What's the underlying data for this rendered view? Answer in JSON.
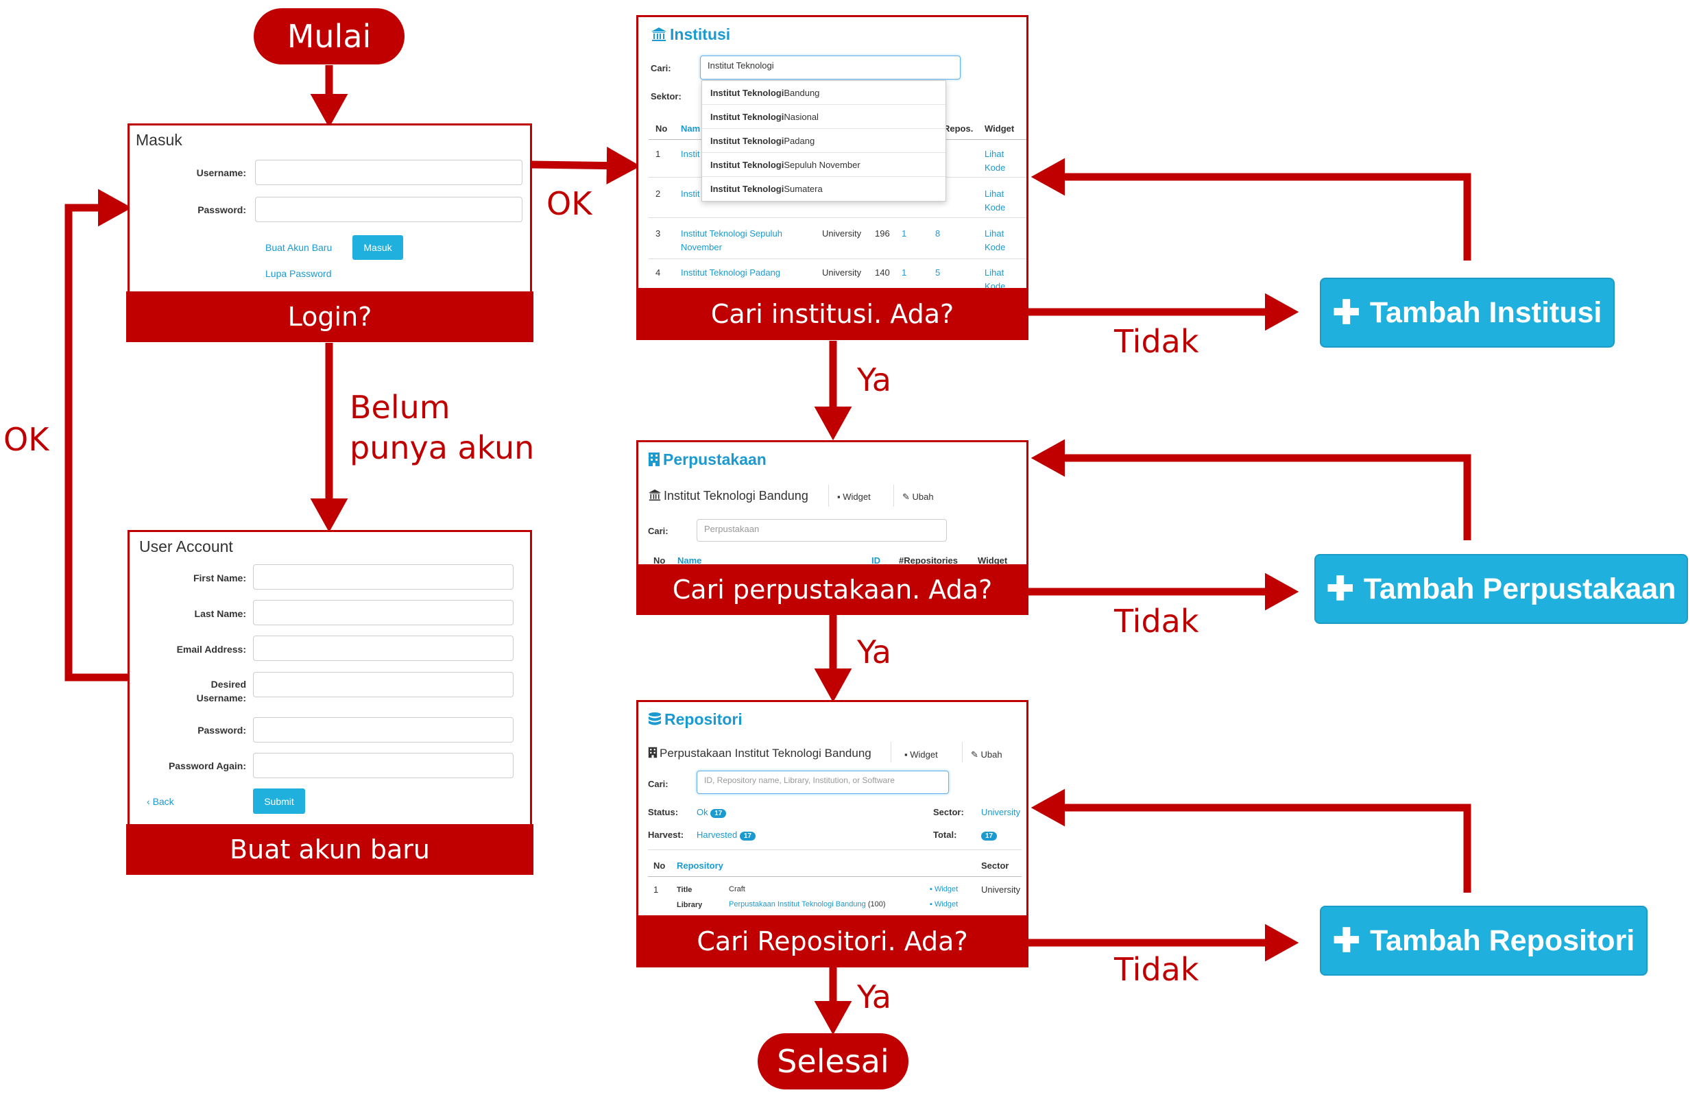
{
  "start": {
    "label": "Mulai"
  },
  "end": {
    "label": "Selesai"
  },
  "login": {
    "title": "Masuk",
    "username_label": "Username:",
    "password_label": "Password:",
    "create_link": "Buat Akun Baru",
    "submit": "Masuk",
    "forgot_link": "Lupa Password",
    "caption": "Login?"
  },
  "register": {
    "title": "User Account",
    "fields": [
      "First Name:",
      "Last Name:",
      "Email Address:",
      "Desired",
      "Username:",
      "Password:",
      "Password Again:"
    ],
    "back": "Back",
    "submit": "Submit",
    "caption": "Buat akun baru"
  },
  "institusi": {
    "title": "Institusi",
    "search_label": "Cari:",
    "search_value": "Institut Teknologi",
    "sector_label": "Sektor:",
    "dropdown": [
      {
        "bold": "Institut Teknologi",
        "rest": " Bandung"
      },
      {
        "bold": "Institut Teknologi",
        "rest": " Nasional"
      },
      {
        "bold": "Institut Teknologi",
        "rest": " Padang"
      },
      {
        "bold": "Institut Teknologi",
        "rest": " Sepuluh November"
      },
      {
        "bold": "Institut Teknologi",
        "rest": " Sumatera"
      }
    ],
    "headers": {
      "no": "No",
      "name": "Nam",
      "repos": "Repos.",
      "widget": "Widget"
    },
    "rows": [
      {
        "no": "1",
        "name": "Instit",
        "type": "",
        "count": "",
        "repos": "",
        "l1": "Lihat",
        "l2": "Kode"
      },
      {
        "no": "2",
        "name": "Instit",
        "type": "",
        "count": "",
        "repos": "",
        "l1": "Lihat",
        "l2": "Kode"
      },
      {
        "no": "3",
        "name": "Institut Teknologi Sepuluh",
        "name2": "November",
        "type": "University",
        "count": "196",
        "one": "1",
        "repos": "8",
        "l1": "Lihat",
        "l2": "Kode"
      },
      {
        "no": "4",
        "name": "Institut Teknologi Padang",
        "type": "University",
        "count": "140",
        "one": "1",
        "repos": "5",
        "l1": "Lihat",
        "l2": "Kode"
      }
    ],
    "caption": "Cari institusi. Ada?"
  },
  "perpustakaan": {
    "title": "Perpustakaan",
    "inst_name": "Institut Teknologi Bandung",
    "widget": "Widget",
    "ubah": "Ubah",
    "search_label": "Cari:",
    "search_placeholder": "Perpustakaan",
    "headers": {
      "no": "No",
      "name": "Name",
      "id": "ID",
      "repos": "#Repositories",
      "widget": "Widget"
    },
    "caption": "Cari perpustakaan. Ada?"
  },
  "repositori": {
    "title": "Repositori",
    "lib_name": "Perpustakaan Institut Teknologi Bandung",
    "widget": "Widget",
    "ubah": "Ubah",
    "search_label": "Cari:",
    "search_placeholder": "ID, Repository name, Library, Institution, or Software",
    "status_label": "Status:",
    "status_value": "Ok",
    "status_count": "17",
    "harvest_label": "Harvest:",
    "harvest_value": "Harvested",
    "harvest_count": "17",
    "sector_label": "Sector:",
    "sector_value": "University",
    "total_label": "Total:",
    "total_count": "17",
    "headers": {
      "no": "No",
      "repo": "Repository",
      "sector": "Sector"
    },
    "row": {
      "no": "1",
      "title_label": "Title",
      "title_value": "Craft",
      "library_label": "Library",
      "library_value": "Perpustakaan Institut Teknologi Bandung",
      "library_count": "(100)",
      "widget": "Widget",
      "sector": "University"
    },
    "caption": "Cari Repositori. Ada?"
  },
  "buttons": {
    "tambah_institusi": "Tambah Institusi",
    "tambah_perpustakaan": "Tambah Perpustakaan",
    "tambah_repositori": "Tambah Repositori"
  },
  "edges": {
    "ok_right": "OK",
    "ok_left": "OK",
    "belum_1": "Belum",
    "belum_2": "punya akun",
    "tidak_1": "Tidak",
    "tidak_2": "Tidak",
    "tidak_3": "Tidak",
    "ya_1": "Ya",
    "ya_2": "Ya",
    "ya_3": "Ya"
  },
  "colors": {
    "accent": "#c00000",
    "button": "#1fb0dd",
    "link": "#1a9ad0"
  }
}
